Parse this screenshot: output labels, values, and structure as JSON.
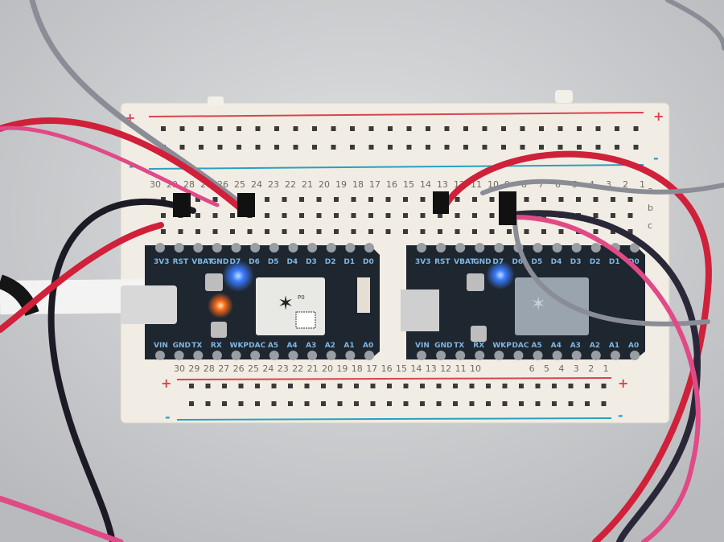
{
  "scene": {
    "description_tag": "",
    "colors": {
      "background": "#c9cacc",
      "breadboard": "#f1ede4",
      "rail_red": "#d9444e",
      "rail_blue": "#2aa0c0",
      "board": "#1e2630",
      "wire_red": "#d0203a",
      "wire_black": "#1c1a24",
      "wire_gray": "#8a8d96",
      "wire_pink": "#e04a86",
      "led_blue": "#3a7bff",
      "led_orange": "#ff6a1a"
    }
  },
  "breadboard": {
    "plus_sign": "+",
    "minus_sign": "-",
    "column_numbers": [
      "30",
      "29",
      "28",
      "27",
      "26",
      "25",
      "24",
      "23",
      "22",
      "21",
      "20",
      "19",
      "18",
      "17",
      "16",
      "15",
      "14",
      "13",
      "12",
      "11",
      "10",
      "9",
      "8",
      "7",
      "6",
      "5",
      "4",
      "3",
      "2",
      "1"
    ],
    "row_letters": [
      "a",
      "b",
      "c"
    ]
  },
  "boards": [
    {
      "top_pins": [
        "3V3",
        "RST",
        "VBAT",
        "GND",
        "D7",
        "D6",
        "D5",
        "D4",
        "D3",
        "D2",
        "D1",
        "D0"
      ],
      "bottom_pins": [
        "VIN",
        "GND",
        "TX",
        "RX",
        "WKP",
        "DAC",
        "A5",
        "A4",
        "A3",
        "A2",
        "A1",
        "A0"
      ],
      "module_label": "P0",
      "status_led": "blue",
      "charge_led": "orange"
    },
    {
      "top_pins": [
        "3V3",
        "RST",
        "VBAT",
        "GND",
        "D7",
        "D6",
        "D5",
        "D4",
        "D3",
        "D2",
        "D1",
        "D0"
      ],
      "bottom_pins": [
        "VIN",
        "GND",
        "TX",
        "RX",
        "WKP",
        "DAC",
        "A5",
        "A4",
        "A3",
        "A2",
        "A1",
        "A0"
      ],
      "module_label": "",
      "status_led": "blue",
      "charge_led": ""
    }
  ]
}
